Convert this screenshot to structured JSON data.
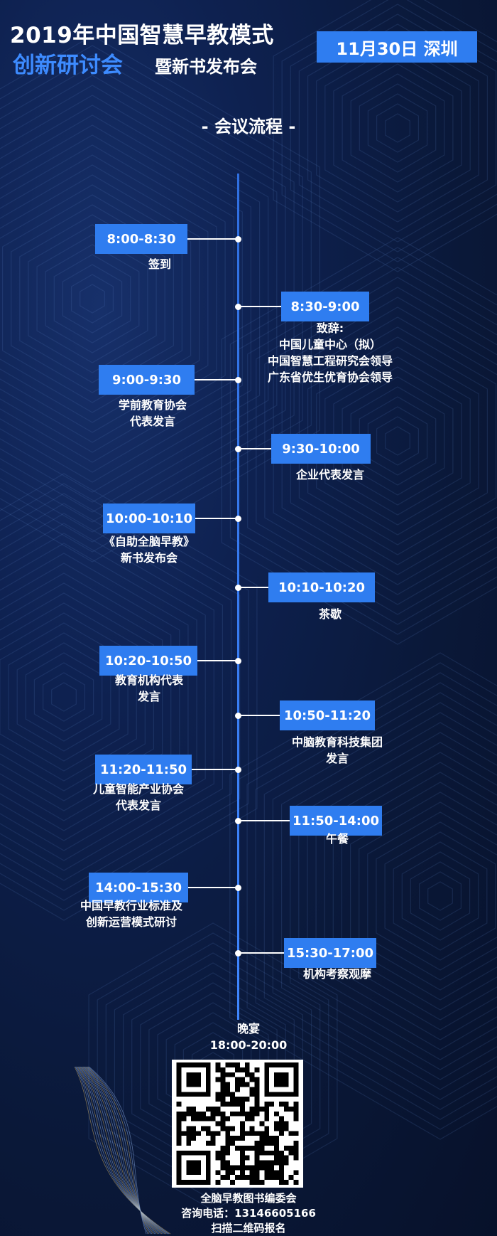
{
  "header": {
    "title_line1": "2019年中国智慧早教模式",
    "title_line2_highlight": "创新研讨会",
    "title_line2_rest": "暨新书发布会",
    "date_badge": "11月30日 深圳"
  },
  "section_title": "- 会议流程 -",
  "colors": {
    "background": "#0b1a3e",
    "accent": "#2f7df0",
    "highlight_text": "#3d8bff",
    "text": "#ffffff"
  },
  "schedule": [
    {
      "time": "8:00-8:30",
      "lines": [
        "签到"
      ]
    },
    {
      "time": "8:30-9:00",
      "lines": [
        "致辞:",
        "中国儿童中心（拟）",
        "中国智慧工程研究会领导",
        "广东省优生优育协会领导"
      ]
    },
    {
      "time": "9:00-9:30",
      "lines": [
        "学前教育协会",
        "代表发言"
      ]
    },
    {
      "time": "9:30-10:00",
      "lines": [
        "企业代表发言"
      ]
    },
    {
      "time": "10:00-10:10",
      "lines": [
        "《自助全脑早教》",
        "新书发布会"
      ]
    },
    {
      "time": "10:10-10:20",
      "lines": [
        "茶歇"
      ]
    },
    {
      "time": "10:20-10:50",
      "lines": [
        "教育机构代表",
        "发言"
      ]
    },
    {
      "time": "10:50-11:20",
      "lines": [
        "中脑教育科技集团",
        "发言"
      ]
    },
    {
      "time": "11:20-11:50",
      "lines": [
        "儿童智能产业协会",
        "代表发言"
      ]
    },
    {
      "time": "11:50-14:00",
      "lines": [
        "午餐"
      ]
    },
    {
      "time": "14:00-15:30",
      "lines": [
        "中国早教行业标准及",
        "创新运营模式研讨"
      ]
    },
    {
      "time": "15:30-17:00",
      "lines": [
        "机构考察观摩"
      ]
    }
  ],
  "dinner": {
    "label": "晚宴",
    "time": "18:00-20:00"
  },
  "footer": {
    "organizer": "全脑早教图书编委会",
    "phone": "咨询电话：13146605166",
    "cta": "扫描二维码报名"
  }
}
